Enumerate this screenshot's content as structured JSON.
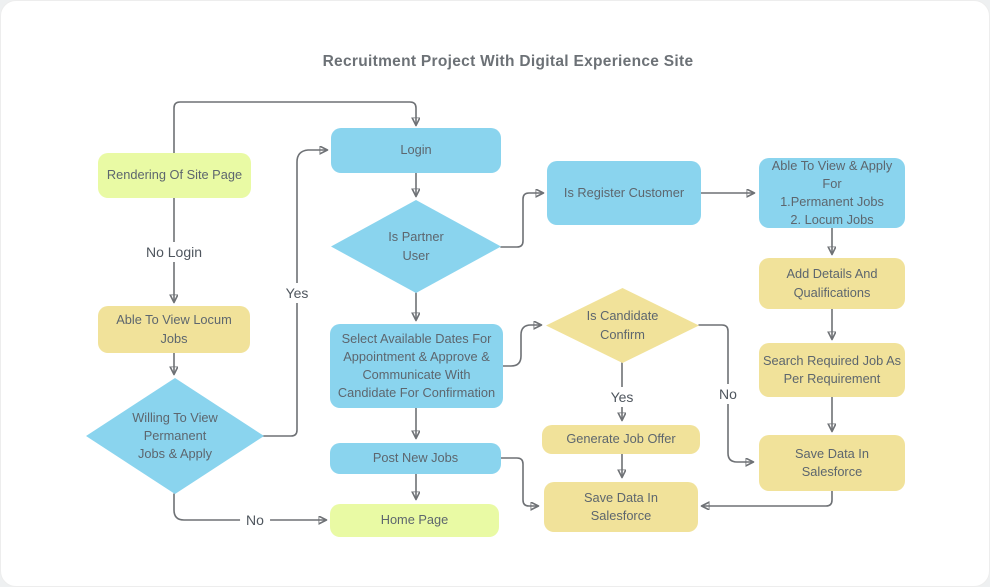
{
  "title": "Recruitment Project With Digital Experience Site",
  "colors": {
    "node_blue": "#8ad4ee",
    "node_yellow": "#f1e29a",
    "node_lime": "#e9faa4",
    "connector_gray": "#6e7175",
    "node_text": "#5d666e",
    "title_text": "#6c7176",
    "canvas_background": "#ffffff"
  },
  "nodes": {
    "rendering_of_site_page": {
      "label": "Rendering Of Site Page",
      "shape": "rect",
      "color": "lime"
    },
    "login": {
      "label": "Login",
      "shape": "rect",
      "color": "blue"
    },
    "is_partner_user": {
      "label": [
        "Is Partner",
        "User"
      ],
      "shape": "diamond",
      "color": "blue"
    },
    "is_register_customer": {
      "label": "Is Register Customer",
      "shape": "rect",
      "color": "blue"
    },
    "able_to_view_and_apply": {
      "label": [
        "Able To View & Apply For",
        "1.Permanent Jobs",
        "2. Locum Jobs"
      ],
      "shape": "rect",
      "color": "blue"
    },
    "add_details_and_qualifications": {
      "label": [
        "Add Details And",
        "Qualifications"
      ],
      "shape": "rect",
      "color": "yellow"
    },
    "search_required_job": {
      "label": [
        "Search Required Job As",
        "Per Requirement"
      ],
      "shape": "rect",
      "color": "yellow"
    },
    "save_data_in_salesforce_right": {
      "label": [
        "Save Data In",
        "Salesforce"
      ],
      "shape": "rect",
      "color": "yellow"
    },
    "is_candidate_confirm": {
      "label": [
        "Is Candidate",
        "Confirm"
      ],
      "shape": "diamond",
      "color": "yellow"
    },
    "generate_job_offer": {
      "label": "Generate Job Offer",
      "shape": "rect",
      "color": "yellow"
    },
    "save_data_in_salesforce_center": {
      "label": [
        "Save Data In",
        "Salesforce"
      ],
      "shape": "rect",
      "color": "yellow"
    },
    "select_available_dates": {
      "label": [
        "Select Available Dates For",
        "Appointment & Approve &",
        "Communicate With",
        "Candidate For Confirmation"
      ],
      "shape": "rect",
      "color": "blue"
    },
    "post_new_jobs": {
      "label": "Post New Jobs",
      "shape": "rect",
      "color": "blue"
    },
    "home_page": {
      "label": "Home Page",
      "shape": "rect",
      "color": "lime"
    },
    "able_to_view_locum_jobs": {
      "label": "Able To View Locum Jobs",
      "shape": "rect",
      "color": "yellow"
    },
    "willing_to_view_permanent": {
      "label": [
        "Willing To View",
        "Permanent",
        "Jobs & Apply"
      ],
      "shape": "diamond",
      "color": "blue"
    }
  },
  "edge_labels": {
    "no_login": "No Login",
    "yes_left": "Yes",
    "no_bottom_left": "No",
    "yes_center": "Yes",
    "no_right": "No"
  }
}
